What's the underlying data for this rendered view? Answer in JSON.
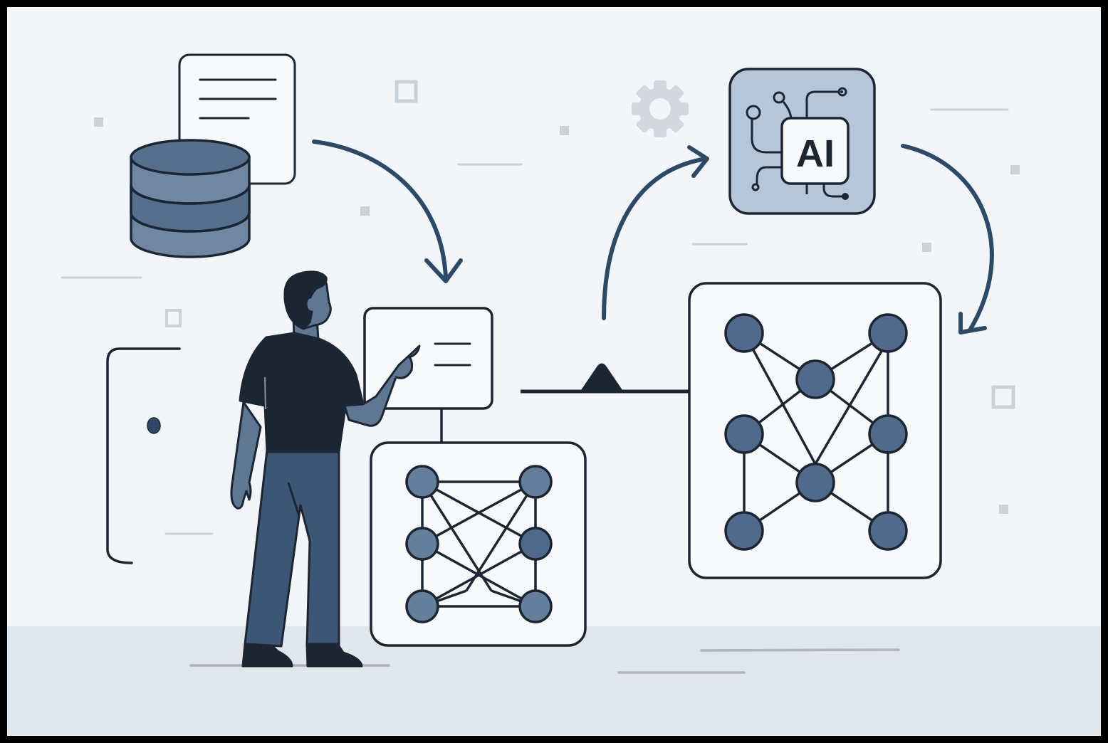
{
  "illustration": {
    "title": "Data to AI workflow illustration",
    "ai_chip": {
      "label": "AI"
    },
    "colors": {
      "background": "#f2f6f8",
      "floor": "#e1e6ea",
      "outline": "#1c2633",
      "arrow": "#2c4a68",
      "node_fill": "#4f6a8a",
      "node_fill_light": "#647f9b",
      "chip_background": "#b4c6d8",
      "card_fill": "#f7f9fa",
      "decor": "#c9d1d9",
      "gear": "#d2d8de",
      "shirt": "#1c2633",
      "pants": "#3c5675",
      "skin": "#5e7894"
    },
    "stages": [
      {
        "id": "data-source",
        "icons": [
          "database-icon",
          "document-icon"
        ]
      },
      {
        "id": "human-review",
        "icons": [
          "person",
          "display-panel"
        ]
      },
      {
        "id": "small-network",
        "nodes": 6
      },
      {
        "id": "ai-processor",
        "icons": [
          "ai-chip-icon"
        ]
      },
      {
        "id": "large-network",
        "nodes": 8
      }
    ],
    "document_lines": 3,
    "panel_lines": 2
  }
}
